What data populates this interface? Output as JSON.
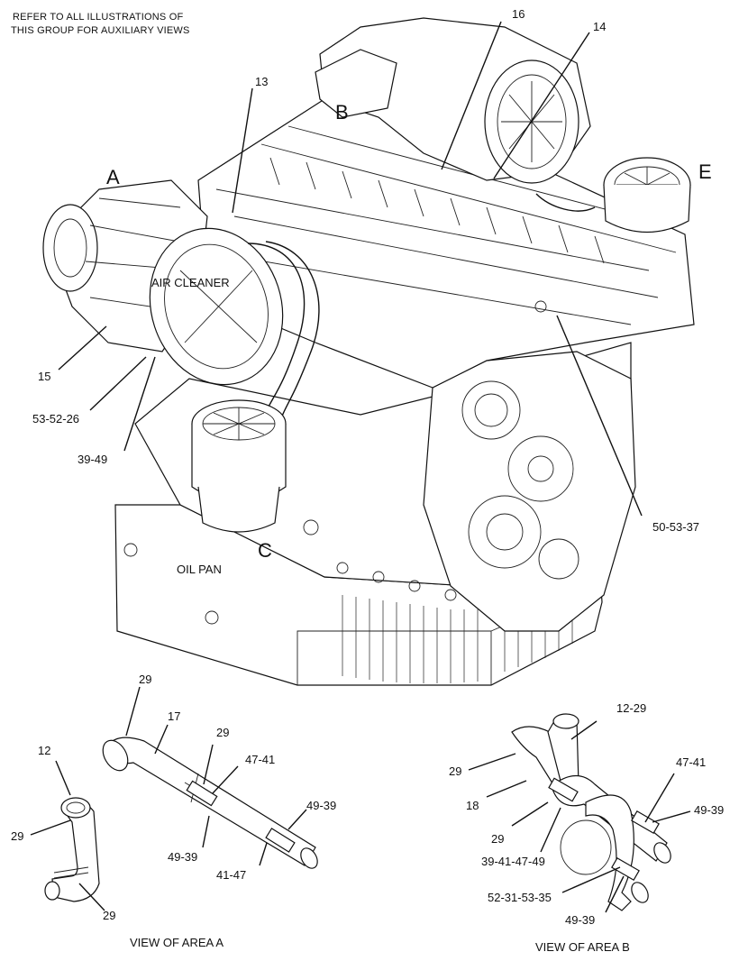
{
  "header_note": [
    "REFER TO ALL ILLUSTRATIONS OF",
    "THIS GROUP FOR AUXILIARY VIEWS"
  ],
  "area_letters": {
    "a": "A",
    "b": "B",
    "c": "C",
    "e": "E"
  },
  "text_labels": {
    "air_cleaner": "AIR CLEANER",
    "oil_pan": "OIL PAN"
  },
  "main_callouts": {
    "c16": "16",
    "c14": "14",
    "c13": "13",
    "c15": "15",
    "c53_52_26": "53-52-26",
    "c39_49": "39-49",
    "c50_53_37": "50-53-37"
  },
  "view_a": {
    "caption": "VIEW OF AREA  A",
    "c29_top": "29",
    "c17": "17",
    "c29_mid": "29",
    "c47_41": "47-41",
    "c49_39_r": "49-39",
    "c49_39_l": "49-39",
    "c41_47": "41-47",
    "c12": "12",
    "c29_left": "29",
    "c29_bottom": "29"
  },
  "view_b": {
    "caption": "VIEW OF AREA  B",
    "c12_29": "12-29",
    "c29_a": "29",
    "c18": "18",
    "c29_b": "29",
    "c47_41": "47-41",
    "c49_39_r": "49-39",
    "c39_41_47_49": "39-41-47-49",
    "c52_31_53_35": "52-31-53-35",
    "c49_39_b": "49-39"
  }
}
